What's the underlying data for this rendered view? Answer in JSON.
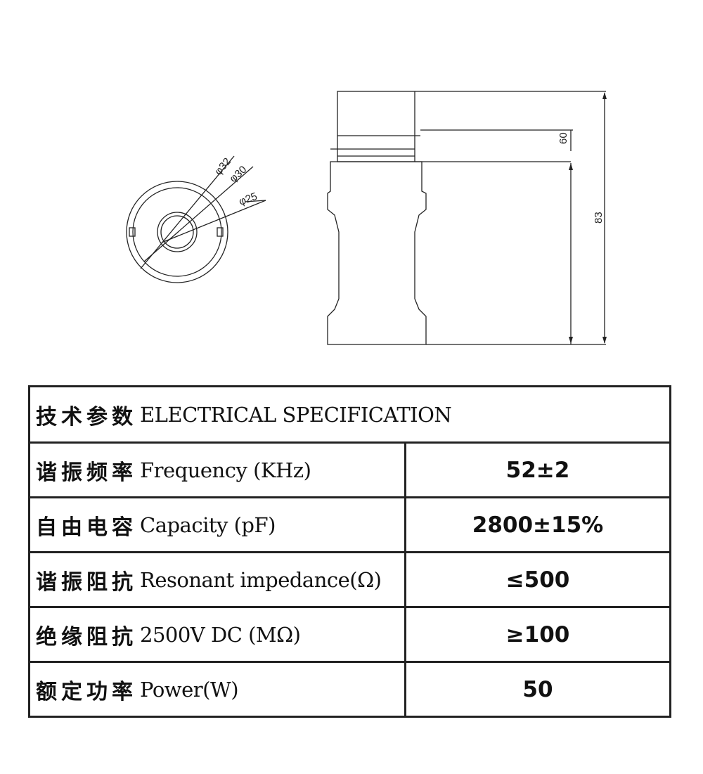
{
  "drawing": {
    "labels": {
      "d32": "φ32",
      "d30": "φ30",
      "d25": "φ25",
      "dim60": "60",
      "dim83": "83"
    }
  },
  "table": {
    "header": {
      "cn": "技术参数",
      "en": "ELECTRICAL SPECIFICATION"
    },
    "rows": [
      {
        "cn": "谐振频率",
        "en": "Frequency (KHz)",
        "value": "52±2"
      },
      {
        "cn": "自由电容",
        "en": "Capacity (pF)",
        "value": "2800±15%"
      },
      {
        "cn": "谐振阻抗",
        "en": "Resonant impedance(Ω)",
        "value": "≤500"
      },
      {
        "cn": "绝缘阻抗",
        "en": "2500V DC (MΩ)",
        "value": "≥100"
      },
      {
        "cn": "额定功率",
        "en": "Power(W)",
        "value": "50"
      }
    ]
  }
}
